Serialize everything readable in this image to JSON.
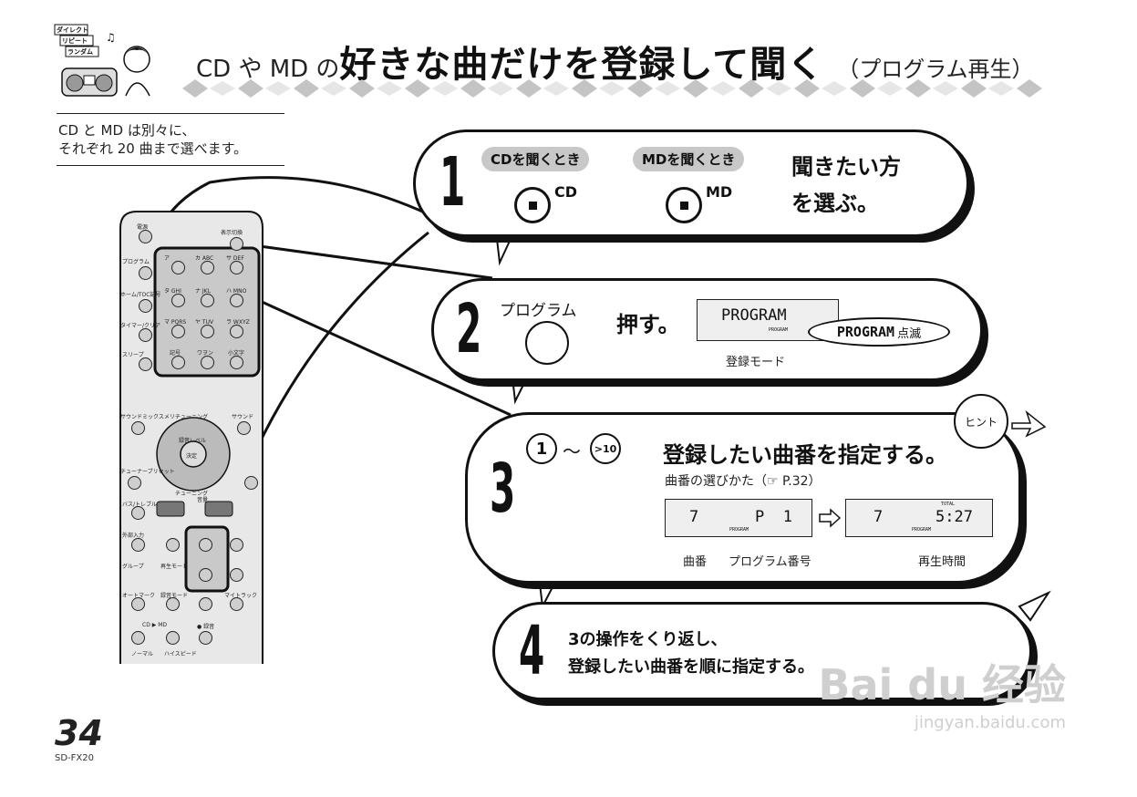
{
  "header": {
    "mascot_tags": [
      "ダイレクト",
      "リピート",
      "ランダム"
    ],
    "title_prefix": "CD や MD の",
    "title_main": "好きな曲だけを登録して聞く",
    "title_suffix": "（プログラム再生）"
  },
  "intro": {
    "line1": "CD と MD は別々に、",
    "line2": "それぞれ 20 曲まで選べます。"
  },
  "step1": {
    "number": "1",
    "pill_cd": "CDを聞くとき",
    "pill_md": "MDを聞くとき",
    "button_cd": "CD",
    "button_md": "MD",
    "text_line1": "聞きたい方",
    "text_line2": "を選ぶ。"
  },
  "step2": {
    "number": "2",
    "button_label": "プログラム",
    "action": "押す。",
    "lcd_text": "PROGRAM",
    "lcd_mini": "PROGRAM",
    "callout": "PROGRAM",
    "callout_suffix": "点滅",
    "caption": "登録モード"
  },
  "step3": {
    "number": "3",
    "key_from": "1",
    "tilde": "〜",
    "key_to": ">10",
    "text": "登録したい曲番を指定する。",
    "sub": "曲番の選びかた（☞ P.32）",
    "hint": "ヒント",
    "lcd1": {
      "track": "7",
      "prog": "P  1",
      "mini": "PROGRAM"
    },
    "lcd2": {
      "track": "7",
      "time": "5:27",
      "total": "TOTAL",
      "mini": "PROGRAM"
    },
    "label_track": "曲番",
    "label_prog": "プログラム番号",
    "label_time": "再生時間"
  },
  "step4": {
    "number": "4",
    "line1": "3の操作をくり返し、",
    "line2": "登録したい曲番を順に指定する。"
  },
  "remote": {
    "labels": [
      "電源",
      "表示切換",
      "プログラム",
      "ア",
      "カ ABC",
      "サ DEF",
      "ホーム/TOC記号",
      "タ GHI",
      "ナ JKL",
      "ハ MNO",
      "タイマー/クリア",
      "マ PQRS",
      "ヤ TUV",
      "ラ WXYZ",
      "スリープ",
      "記号",
      "ワヲン",
      "小文字",
      "サウンドミックスメリー",
      "チューニング",
      "サウンド",
      "録音レベル",
      "決定",
      "チューナープリセット",
      "バス/トレブル",
      "チューニング",
      "音量",
      "外部入力",
      "グループ",
      "再生モード",
      "オートマーク",
      "録音モード",
      "マイトラック",
      "CD ▶ MD",
      "● 録音",
      "ノーマル",
      "ハイスピード"
    ]
  },
  "footer": {
    "page_number": "34",
    "model": "SD-FX20"
  },
  "watermark": {
    "brand": "Bai du 经验",
    "url": "jingyan.baidu.com"
  }
}
